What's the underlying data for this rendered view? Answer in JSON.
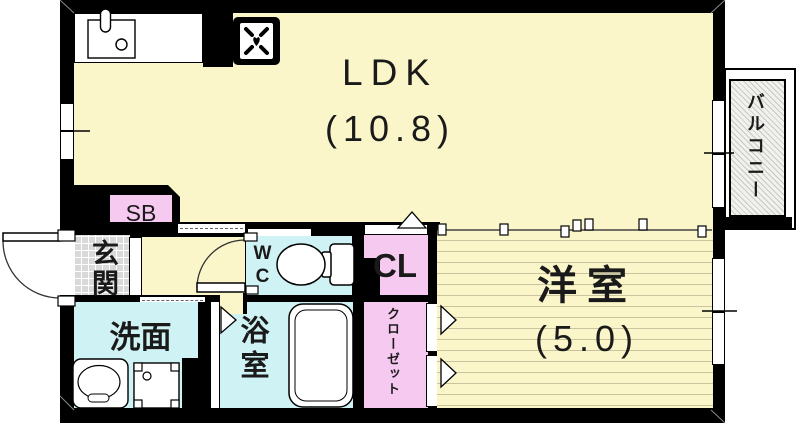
{
  "plan_type": "apartment-floor-plan",
  "rooms": {
    "ldk": {
      "name": "LDK",
      "size": "(10.8)"
    },
    "western_room": {
      "name": "洋室",
      "size": "(5.0)"
    },
    "entrance": {
      "name": "玄関"
    },
    "washroom": {
      "name": "洗面"
    },
    "bathroom": {
      "name": "浴室"
    },
    "toilet": {
      "name": "WC"
    },
    "closet_upper": {
      "name": "CL"
    },
    "closet_lower": {
      "name": "クローゼット"
    },
    "shoe_box": {
      "name": "SB"
    },
    "balcony": {
      "name": "バルコニー"
    }
  },
  "colors": {
    "floor_yellow": "#faf6c9",
    "wet_area_cyan": "#cff2f4",
    "storage_pink": "#f5c9f0",
    "wall_black": "#000000",
    "entrance_tile_gray": "#d9d9d9"
  },
  "fixtures": [
    "kitchen-sink-icon",
    "stove-icon",
    "toilet-icon",
    "bathtub-icon",
    "basin-icon",
    "washer-pan-icon",
    "entrance-door-arc",
    "hall-door-arc",
    "sliding-door-track",
    "window-icon"
  ]
}
